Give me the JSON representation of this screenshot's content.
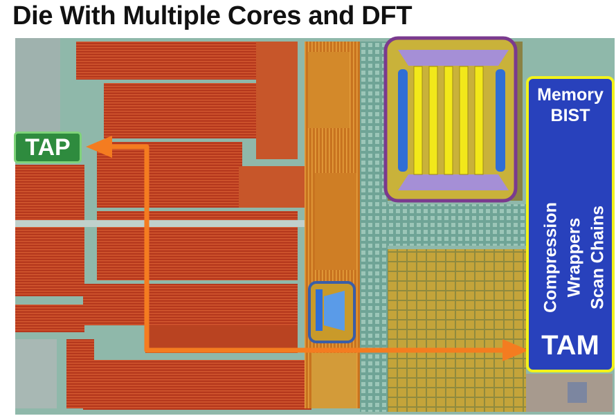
{
  "title": "Die With Multiple Cores and DFT",
  "labels": {
    "tap": "TAP",
    "tam": "TAM",
    "memory_bist": [
      "Memory",
      "BIST"
    ],
    "vertical": [
      "Compression",
      "Wrappers",
      "Scan Chains"
    ]
  },
  "colors": {
    "die_core": "#b83a1e",
    "die_core_alt": "#d46a2a",
    "die_bus": "#86b8aa",
    "arrow": "#f47c20",
    "tap_fill": "#2e8b3e",
    "dft_panel": "#1a30be",
    "dft_border": "#f2f21a",
    "core_highlight_border": "#7a3a8e",
    "core_highlight_inner": "#f2e81a",
    "small_core_border": "#3a5ea8"
  }
}
